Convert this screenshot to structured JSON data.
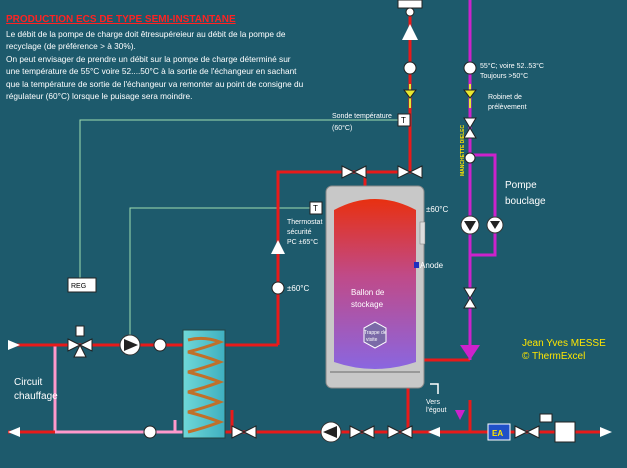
{
  "header": {
    "title": "PRODUCTION ECS DE TYPE SEMI-INSTANTANE",
    "lines": [
      "Le débit de la pompe de charge doit êtresupéreieur au débit de la pompe de",
      "recyclage (de préférence > à 30%).",
      "On peut envisager de prendre un débit sur la pompe de charge déterminé sur",
      "une température de 55°C voire 52....50°C à la sortie de l'échangeur en sachant",
      "que la température de sortie de l'échangeur va remonter au point de consigne du",
      "régulateur (60°C) lorsque le puisage sera moindre."
    ]
  },
  "labels": {
    "sonde_line1": "Sonde température",
    "sonde_line2": "(60°C)",
    "temp_right_line1": "55°C; voire 52..53°C",
    "temp_right_line2": "Toujours >50°C",
    "robinet_line1": "Robinet de",
    "robinet_line2": "prélèvement",
    "manchette_vertical": "MANCHETTE\nDIELEC",
    "pompe_line1": "Pompe",
    "pompe_line2": "bouclage",
    "tank_temp": "±60°C",
    "anode": "Anode",
    "ballon_line1": "Ballon de",
    "ballon_line2": "stockage",
    "tank_badge_line1": "Trappe de",
    "tank_badge_line2": "visite",
    "thermostat_line1": "Thermostat",
    "thermostat_line2": "sécurité",
    "thermostat_line3": "PC ±65°C",
    "temp_left": "±60°C",
    "reg": "REG",
    "circuit_line1": "Circuit",
    "circuit_line2": "chauffage",
    "vers_line1": "Vers",
    "vers_line2": "l'égout",
    "author": "Jean Yves MESSE",
    "brand": "© ThermExcel",
    "ea": "EA",
    "sonde_box": "T",
    "thermostat_box": "T"
  },
  "colors": {
    "background": "#1d5a6c",
    "hot_pipe": "#e81a1a",
    "cold_pipe": "#ff99cc",
    "recirc_pipe": "#cc22cc",
    "control_line": "#9fdfb0",
    "title": "#ff2222",
    "credit": "#ffe600"
  }
}
